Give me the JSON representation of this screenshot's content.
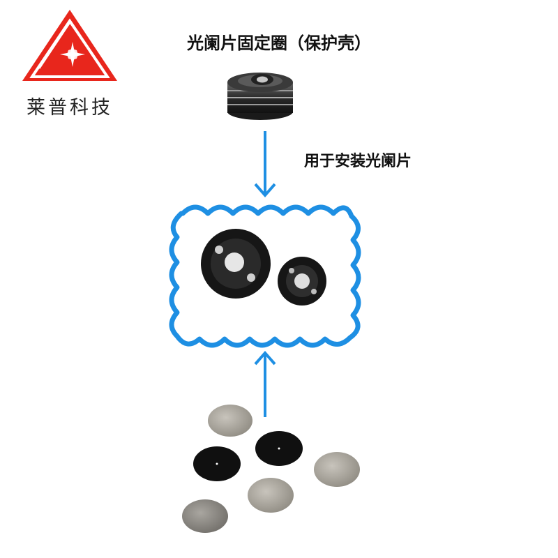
{
  "brand": {
    "name": "莱普科技",
    "logo_icon": "red-triangle-star-logo",
    "colors": {
      "logo_red": "#e8261c",
      "arrow_blue": "#1e8fe3"
    }
  },
  "title": "光阑片固定圈（保护壳）",
  "arrow_label": "用于安装光阑片",
  "icons": {
    "holder": "aperture-holder-icon",
    "assembly": "assembled-holder-icon",
    "discs": "aperture-disc-icon"
  }
}
